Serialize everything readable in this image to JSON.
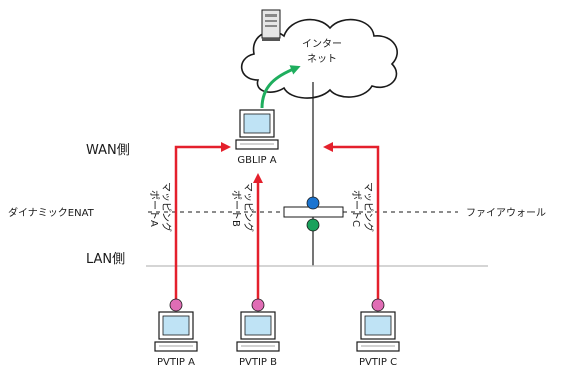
{
  "cloud": {
    "label_line1": "インター",
    "label_line2": "ネット"
  },
  "global_ip": {
    "label": "GBLIP A"
  },
  "side_labels": {
    "wan": "WAN側",
    "lan": "LAN側",
    "dynamic_enat": "ダイナミックENAT",
    "firewall": "ファイアウォール"
  },
  "mappings": [
    {
      "line1": "マッピング",
      "line2": "ポートA"
    },
    {
      "line1": "マッピング",
      "line2": "ポートB"
    },
    {
      "line1": "マッピング",
      "line2": "ポートC"
    }
  ],
  "private_hosts": [
    {
      "label": "PVTIP A"
    },
    {
      "label": "PVTIP B"
    },
    {
      "label": "PVTIP C"
    }
  ],
  "colors": {
    "red_arrow": "#e4202c",
    "green_arrow": "#1fae5e",
    "screen": "#bfe3f5",
    "connector_pink": "#e06db5",
    "dot_blue": "#1b74d0",
    "dot_green": "#1aa15c"
  }
}
